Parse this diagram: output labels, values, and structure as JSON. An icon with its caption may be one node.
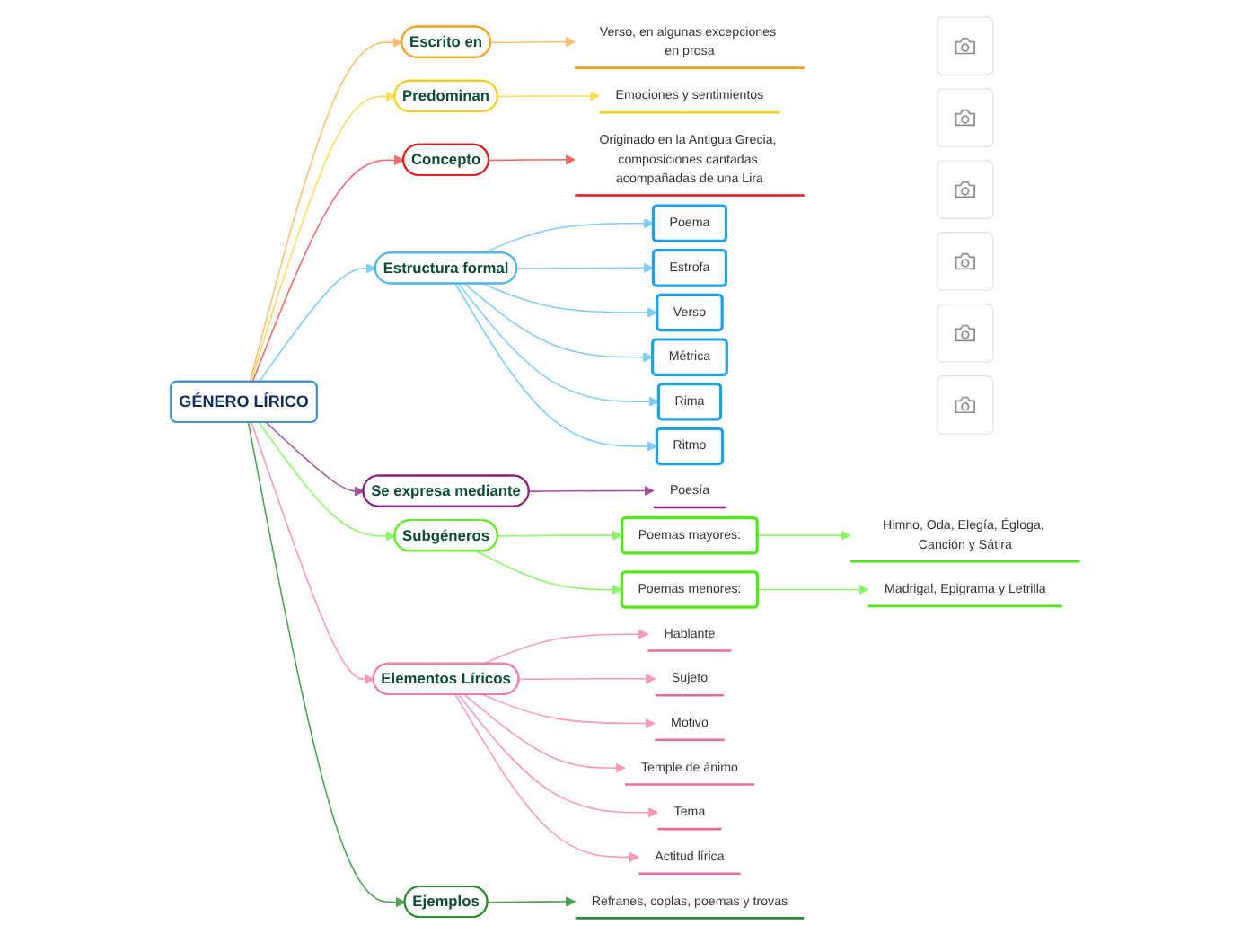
{
  "diagram": {
    "nodes": [
      {
        "text": [
          "GÉNERO LÍRICO"
        ]
      },
      {
        "text": [
          "Escrito en"
        ]
      },
      {
        "text": [
          "Verso, en algunas excepciones en prosa"
        ]
      },
      {
        "text": [
          "Predominan"
        ]
      },
      {
        "text": [
          "Emociones y sentimientos"
        ]
      },
      {
        "text": [
          "Concepto"
        ]
      },
      {
        "text": [
          "Originado en la Antigua Grecia, composiciones cantadas acompañadas de una Lira"
        ]
      },
      {
        "text": [
          "Estructura formal"
        ]
      },
      {
        "text": [
          "Poema"
        ]
      },
      {
        "text": [
          "Estrofa"
        ]
      },
      {
        "text": [
          "Verso"
        ]
      },
      {
        "text": [
          "Métrica"
        ]
      },
      {
        "text": [
          "Rima"
        ]
      },
      {
        "text": [
          "Ritmo"
        ]
      },
      {
        "text": [
          "Se expresa mediante"
        ]
      },
      {
        "text": [
          "Poesía"
        ]
      },
      {
        "text": [
          "Subgéneros"
        ]
      },
      {
        "text": [
          "Poemas mayores:"
        ]
      },
      {
        "text": [
          "Himno, Oda, Elegía, Égloga, Canción y Sátira"
        ]
      },
      {
        "text": [
          "Poemas menores:"
        ]
      },
      {
        "text": [
          "Madrigal, Epigrama y Letrilla"
        ]
      },
      {
        "text": [
          "Elementos Líricos"
        ]
      },
      {
        "text": [
          "Hablante"
        ]
      },
      {
        "text": [
          "Sujeto"
        ]
      },
      {
        "text": [
          "Motivo"
        ]
      },
      {
        "text": [
          "Temple de ánimo"
        ]
      },
      {
        "text": [
          "Tema"
        ]
      },
      {
        "text": [
          "Actitud lírica"
        ]
      },
      {
        "text": [
          "Ejemplos"
        ]
      },
      {
        "text": [
          "Refranes, coplas, poemas y trovas"
        ]
      },
      {
        "text": [],
        "shape": "picture"
      },
      {
        "text": [],
        "shape": "picture"
      },
      {
        "text": [],
        "shape": "picture"
      },
      {
        "text": [],
        "shape": "picture"
      },
      {
        "text": [],
        "shape": "picture"
      },
      {
        "text": [],
        "shape": "picture"
      }
    ],
    "edges": [
      {
        "from": 0,
        "to": 1,
        "arrow": "to",
        "color": "#f8c070"
      },
      {
        "from": 1,
        "to": 2,
        "arrow": "to",
        "color": "#f8c070"
      },
      {
        "from": 0,
        "to": 3,
        "arrow": "to",
        "color": "#f7dc5a"
      },
      {
        "from": 3,
        "to": 4,
        "arrow": "to",
        "color": "#f7dc5a"
      },
      {
        "from": 0,
        "to": 5,
        "arrow": "to",
        "color": "#f06a6a"
      },
      {
        "from": 5,
        "to": 6,
        "arrow": "to",
        "color": "#f06a6a"
      },
      {
        "from": 0,
        "to": 7,
        "arrow": "to",
        "color": "#7fcdf5"
      },
      {
        "from": 7,
        "to": 8,
        "arrow": "to",
        "color": "#7fcdf5"
      },
      {
        "from": 7,
        "to": 9,
        "arrow": "to",
        "color": "#7fcdf5"
      },
      {
        "from": 7,
        "to": 10,
        "arrow": "to",
        "color": "#7fcdf5"
      },
      {
        "from": 7,
        "to": 11,
        "arrow": "to",
        "color": "#7fcdf5"
      },
      {
        "from": 7,
        "to": 12,
        "arrow": "to",
        "color": "#7fcdf5"
      },
      {
        "from": 7,
        "to": 13,
        "arrow": "to",
        "color": "#7fcdf5"
      },
      {
        "from": 0,
        "to": 14,
        "arrow": "to",
        "color": "#a3509a"
      },
      {
        "from": 14,
        "to": 15,
        "arrow": "to",
        "color": "#a3509a"
      },
      {
        "from": 0,
        "to": 16,
        "arrow": "to",
        "color": "#8df56a"
      },
      {
        "from": 16,
        "to": 17,
        "arrow": "to",
        "color": "#8df56a"
      },
      {
        "from": 17,
        "to": 18,
        "arrow": "to",
        "color": "#8df56a"
      },
      {
        "from": 16,
        "to": 19,
        "arrow": "to",
        "color": "#8df56a"
      },
      {
        "from": 19,
        "to": 20,
        "arrow": "to",
        "color": "#8df56a"
      },
      {
        "from": 0,
        "to": 21,
        "arrow": "to",
        "color": "#f59ab8"
      },
      {
        "from": 21,
        "to": 22,
        "arrow": "to",
        "color": "#f59ab8"
      },
      {
        "from": 21,
        "to": 23,
        "arrow": "to",
        "color": "#f59ab8"
      },
      {
        "from": 21,
        "to": 24,
        "arrow": "to",
        "color": "#f59ab8"
      },
      {
        "from": 21,
        "to": 25,
        "arrow": "to",
        "color": "#f59ab8"
      },
      {
        "from": 21,
        "to": 26,
        "arrow": "to",
        "color": "#f59ab8"
      },
      {
        "from": 21,
        "to": 27,
        "arrow": "to",
        "color": "#f59ab8"
      },
      {
        "from": 0,
        "to": 28,
        "arrow": "to",
        "color": "#4ea04e"
      },
      {
        "from": 28,
        "to": 29,
        "arrow": "to",
        "color": "#4ea04e"
      }
    ]
  }
}
